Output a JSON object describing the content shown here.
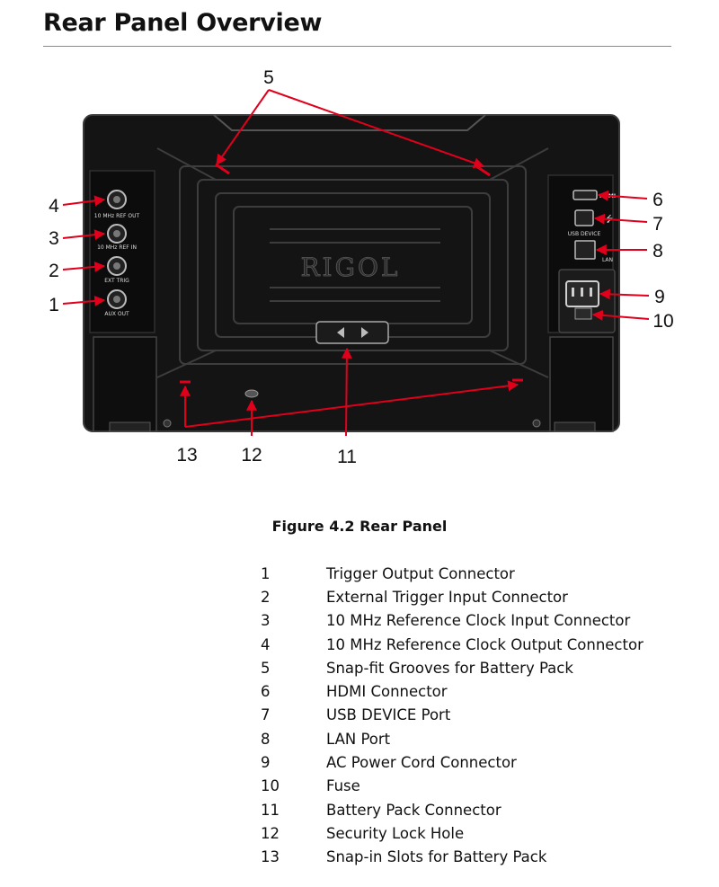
{
  "heading": "Rear Panel Overview",
  "figure": {
    "caption": "Figure 4.2 Rear Panel",
    "brand": "RIGOL",
    "panel_labels": {
      "ref_out": "10 MHz REF OUT",
      "ref_in": "10 MHz REF IN",
      "ext_trig": "EXT TRIG",
      "aux_out": "AUX OUT",
      "usb_device": "USB DEVICE",
      "lan": "LAN",
      "hdmi": "HDMI"
    },
    "callouts": [
      "1",
      "2",
      "3",
      "4",
      "5",
      "6",
      "7",
      "8",
      "9",
      "10",
      "11",
      "12",
      "13"
    ],
    "accent_color": "#e0001b"
  },
  "legend": [
    {
      "num": "1",
      "text": "Trigger Output Connector"
    },
    {
      "num": "2",
      "text": "External Trigger Input Connector"
    },
    {
      "num": "3",
      "text": "10 MHz Reference Clock Input Connector"
    },
    {
      "num": "4",
      "text": "10 MHz Reference Clock Output Connector"
    },
    {
      "num": "5",
      "text": "Snap-fit Grooves for Battery Pack"
    },
    {
      "num": "6",
      "text": "HDMI Connector"
    },
    {
      "num": "7",
      "text": "USB DEVICE Port"
    },
    {
      "num": "8",
      "text": "LAN Port"
    },
    {
      "num": "9",
      "text": "AC Power Cord Connector"
    },
    {
      "num": "10",
      "text": "Fuse"
    },
    {
      "num": "11",
      "text": "Battery Pack Connector"
    },
    {
      "num": "12",
      "text": "Security Lock Hole"
    },
    {
      "num": "13",
      "text": "Snap-in Slots for Battery Pack"
    }
  ]
}
